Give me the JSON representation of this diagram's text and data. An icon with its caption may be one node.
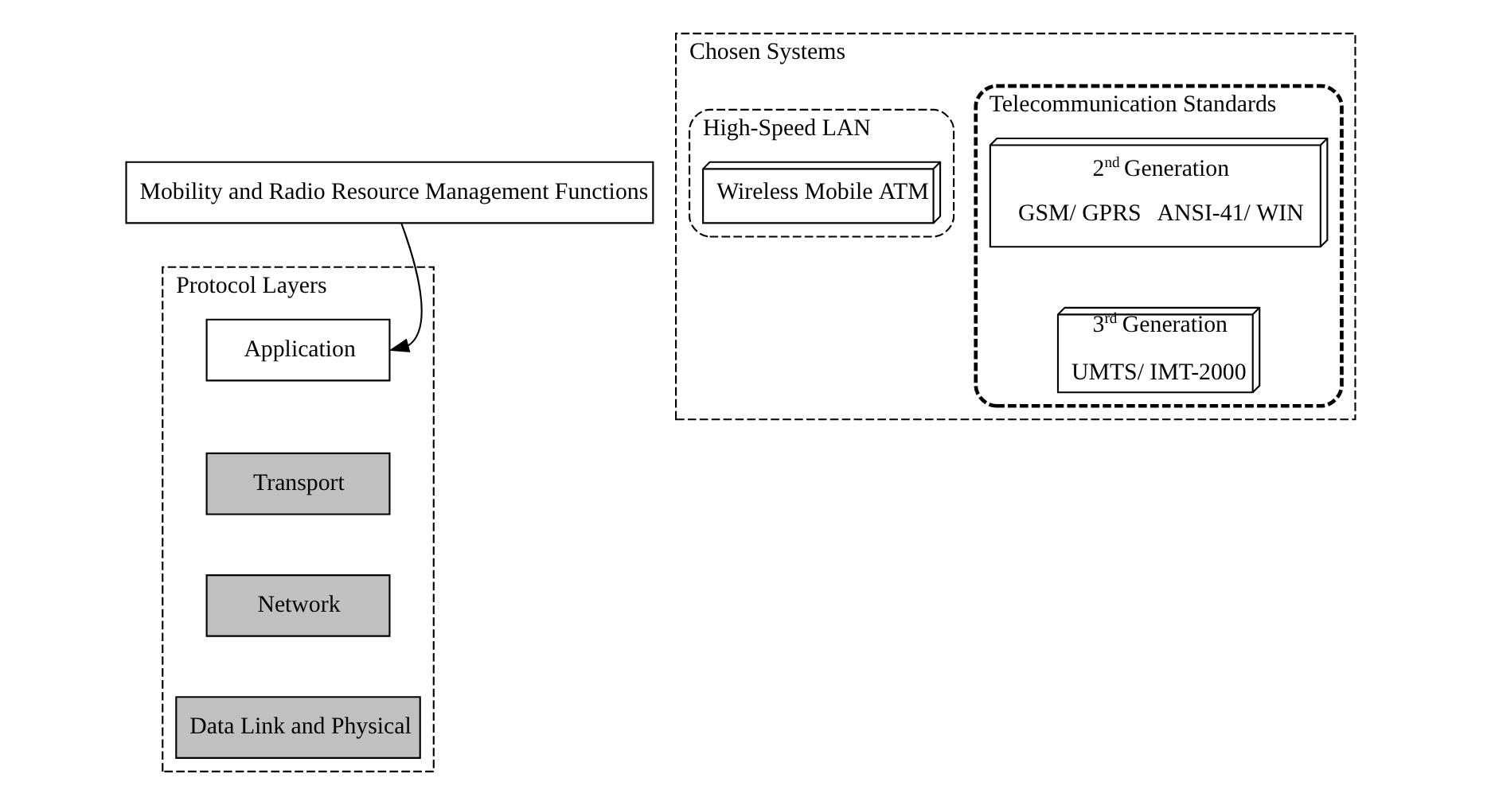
{
  "diagram": {
    "nodes": [
      {
        "text": [
          "Mobility and Radio Resource Management Functions"
        ]
      },
      {
        "text": [
          "Chosen Systems"
        ]
      },
      {
        "text": [
          "Telecommunication Standards"
        ],
        "in": 1
      },
      {
        "text": [
          "2$^{nd}$ Generation",
          "GSM/ GPRS",
          "ANSI-41/ WIN"
        ],
        "in": 2
      },
      {
        "text": [
          "3$^{rd}$ Generation",
          "UMTS/ IMT-2000"
        ],
        "in": 2
      },
      {
        "text": [
          "High-Speed LAN"
        ],
        "in": 1
      },
      {
        "text": [
          "Wireless Mobile ATM"
        ],
        "in": 5
      },
      {
        "text": [
          "Protocol Layers"
        ]
      },
      {
        "text": [
          "Application"
        ],
        "in": 7
      },
      {
        "text": [
          "Transport"
        ],
        "in": 7
      },
      {
        "text": [
          "Network"
        ],
        "in": 7
      },
      {
        "text": [
          "Data Link and Physical"
        ],
        "in": 7
      }
    ],
    "edges": [
      {
        "from": 0,
        "to": 8,
        "arrow": "to"
      }
    ]
  }
}
